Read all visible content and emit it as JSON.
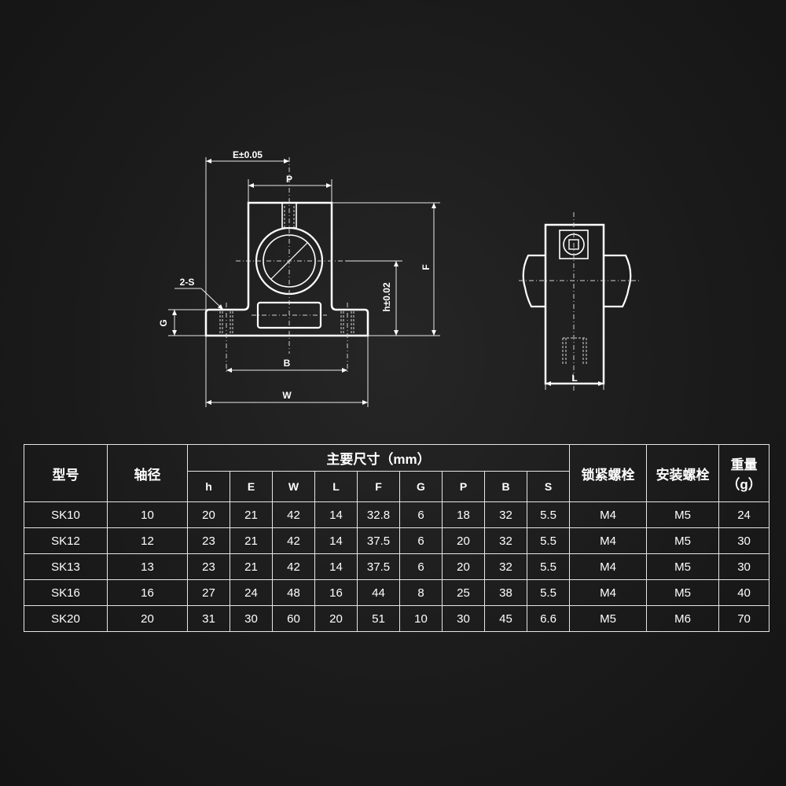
{
  "drawing": {
    "labels": {
      "E": "E±0.05",
      "P": "P",
      "S": "2-S",
      "G": "G",
      "h": "h±0.02",
      "F": "F",
      "B": "B",
      "W": "W",
      "L": "L"
    }
  },
  "table": {
    "headers": {
      "model": "型号",
      "shaft": "轴径",
      "main_dims": "主要尺寸（mm）",
      "lock_bolt": "锁紧螺栓",
      "mount_bolt": "安装螺栓",
      "weight_line1": "重量",
      "weight_line2": "（g）"
    },
    "dim_columns": [
      "h",
      "E",
      "W",
      "L",
      "F",
      "G",
      "P",
      "B",
      "S"
    ],
    "rows": [
      {
        "model": "SK10",
        "shaft": "10",
        "h": "20",
        "E": "21",
        "W": "42",
        "L": "14",
        "F": "32.8",
        "G": "6",
        "P": "18",
        "B": "32",
        "S": "5.5",
        "lock": "M4",
        "mount": "M5",
        "weight": "24"
      },
      {
        "model": "SK12",
        "shaft": "12",
        "h": "23",
        "E": "21",
        "W": "42",
        "L": "14",
        "F": "37.5",
        "G": "6",
        "P": "20",
        "B": "32",
        "S": "5.5",
        "lock": "M4",
        "mount": "M5",
        "weight": "30"
      },
      {
        "model": "SK13",
        "shaft": "13",
        "h": "23",
        "E": "21",
        "W": "42",
        "L": "14",
        "F": "37.5",
        "G": "6",
        "P": "20",
        "B": "32",
        "S": "5.5",
        "lock": "M4",
        "mount": "M5",
        "weight": "30"
      },
      {
        "model": "SK16",
        "shaft": "16",
        "h": "27",
        "E": "24",
        "W": "48",
        "L": "16",
        "F": "44",
        "G": "8",
        "P": "25",
        "B": "38",
        "S": "5.5",
        "lock": "M4",
        "mount": "M5",
        "weight": "40"
      },
      {
        "model": "SK20",
        "shaft": "20",
        "h": "31",
        "E": "30",
        "W": "60",
        "L": "20",
        "F": "51",
        "G": "10",
        "P": "30",
        "B": "45",
        "S": "6.6",
        "lock": "M5",
        "mount": "M6",
        "weight": "70"
      }
    ]
  }
}
